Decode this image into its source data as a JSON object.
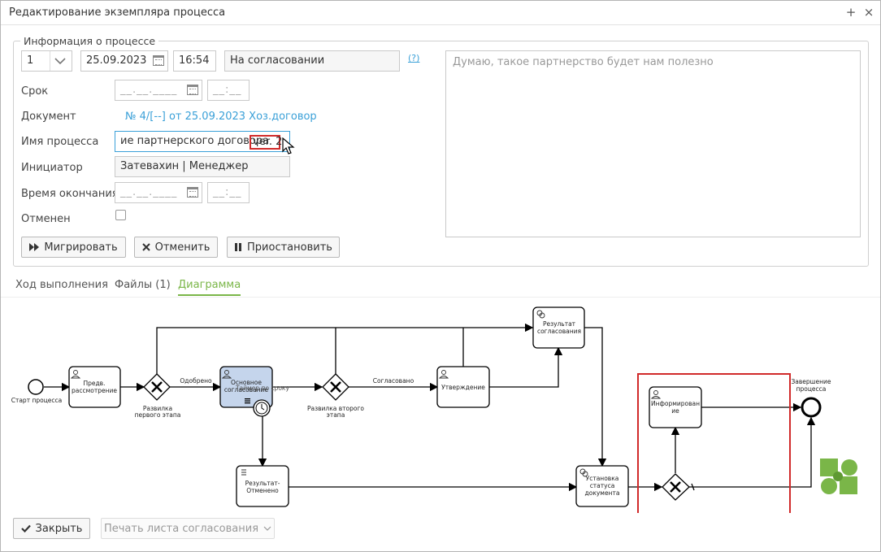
{
  "window": {
    "title": "Редактирование экземпляра процесса",
    "btn_plus": "+",
    "btn_close": "×"
  },
  "info": {
    "legend": "Информация о процессе",
    "version_value": "1",
    "date_value": "25.09.2023",
    "time_value": "16:54",
    "status_value": "На согласовании",
    "help_label": "(?)",
    "comment_placeholder": "Думаю, такое партнерство будет нам полезно",
    "deadline_label": "Срок",
    "deadline_date_placeholder": "__.__.____",
    "deadline_time_placeholder": "__:__",
    "document_label": "Документ",
    "document_link": "№ 4/[--] от 25.09.2023 Хоз.договор",
    "process_name_label": "Имя процесса",
    "process_name_value": "ие партнерского договора ",
    "process_name_version": "ver. 2",
    "initiator_label": "Инициатор",
    "initiator_value": "Затевахин | Менеджер",
    "end_time_label": "Время окончания",
    "end_date_placeholder": "__.__.____",
    "end_time_placeholder": "__:__",
    "cancelled_label": "Отменен"
  },
  "actions": {
    "migrate": "Мигрировать",
    "cancel": "Отменить",
    "pause": "Приостановить"
  },
  "tabs": [
    {
      "label": "Ход выполнения"
    },
    {
      "label": "Файлы (1)"
    },
    {
      "label": "Диаграмма"
    }
  ],
  "diagram": {
    "start_label": "Старт процесса",
    "task_prelim_1": "Предв.",
    "task_prelim_2": "рассмотрение",
    "gw1_label_1": "Развилка",
    "gw1_label_2": "первого этапа",
    "flow_approved": "Одобрено",
    "task_main_1": "Основное",
    "task_main_2": "согласование",
    "flow_overdue": "Таймер по сроку",
    "gw2_label_1": "Развилка второго",
    "gw2_label_2": "этапа",
    "flow_agreed": "Согласовано",
    "task_approval": "Утверждение",
    "task_result_1": "Результат",
    "task_result_2": "согласования",
    "task_cancelled_1": "Результат-",
    "task_cancelled_2": "Отменено",
    "task_status_1": "Установка",
    "task_status_2": "статуса",
    "task_status_3": "документа",
    "task_inform_1": "Информирован",
    "task_inform_2": "ие",
    "end_label_1": "Завершение",
    "end_label_2": "процесса"
  },
  "footer": {
    "close": "Закрыть",
    "print": "Печать листа согласования"
  },
  "colors": {
    "accent_green": "#7ab648",
    "link_blue": "#3aa0d8",
    "active_task": "#c5d5ec",
    "highlight_red": "#d12a2a"
  }
}
